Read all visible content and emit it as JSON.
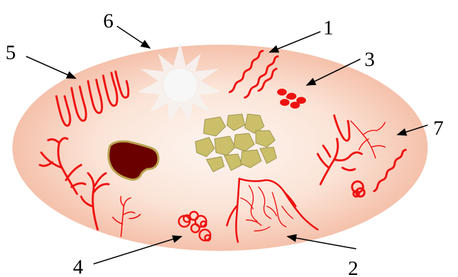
{
  "callouts": [
    {
      "id": "1",
      "label": "1"
    },
    {
      "id": "2",
      "label": "2"
    },
    {
      "id": "3",
      "label": "3"
    },
    {
      "id": "4",
      "label": "4"
    },
    {
      "id": "5",
      "label": "5"
    },
    {
      "id": "6",
      "label": "6"
    },
    {
      "id": "7",
      "label": "7"
    }
  ],
  "colors": {
    "vessel_red": "#ee1111",
    "dark_lesion": "#6b0000",
    "dark_lesion_edge": "#b9a34e",
    "yellow_deposits": "#cbbf6a",
    "yellow_deposits_edge": "#9e9450",
    "fundus_center": "#fdf6f1",
    "fundus_edge": "#f3b8a0",
    "star_glow": "#fbfbfb",
    "arrow": "#000000"
  },
  "icons": [
    "branching-vessel-icon",
    "coiled-vessel-icon",
    "hairpin-loop-icon",
    "red-spot-icon",
    "bright-star-icon",
    "dark-lesion-icon",
    "yellow-deposit-icon"
  ]
}
